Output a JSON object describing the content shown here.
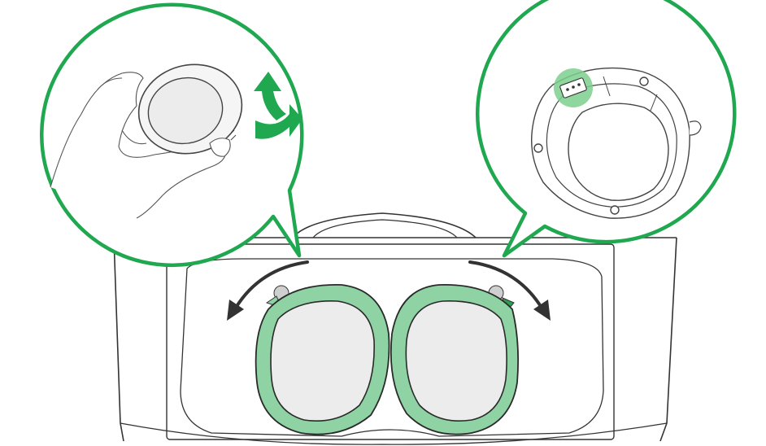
{
  "figure": {
    "kind": "illustration",
    "colors": {
      "accent_green": "#1fa84f",
      "lens_ring_green": "#8fd3a4",
      "lens_ring_green_dark": "#2e9e55",
      "lens_glass": "#ececec",
      "outline": "#333333",
      "arrow": "#333333",
      "highlight_green": "#7dcf8e"
    },
    "callouts": [
      {
        "id": "left",
        "icons": [
          "hand-icon",
          "lens-icon",
          "rotate-arrow-icon"
        ]
      },
      {
        "id": "right",
        "icons": [
          "lens-mount-icon",
          "contact-pins-icon"
        ]
      }
    ],
    "rotation_arrows": [
      "counterclockwise-arrow-icon",
      "clockwise-arrow-icon"
    ]
  }
}
